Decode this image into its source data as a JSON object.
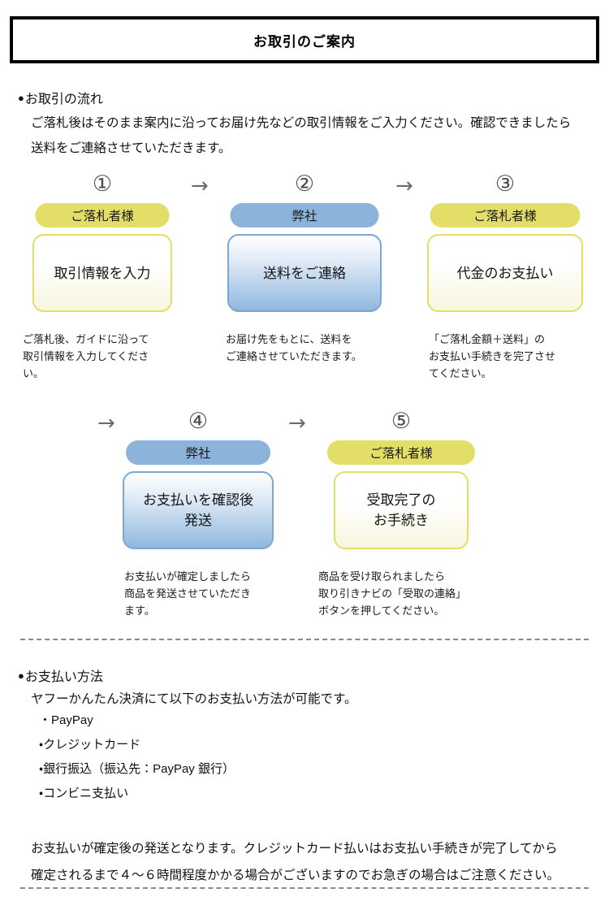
{
  "header": {
    "title": "お取引のご案内"
  },
  "flow_section": {
    "heading": "お取引の流れ",
    "bullet": "●",
    "intro_line1": "ご落札後はそのまま案内に沿ってお届け先などの取引情報をご入力ください。確認できましたら",
    "intro_line2": "送料をご連絡させていただきます。",
    "arrow_glyph": "→",
    "steps": [
      {
        "number": "①",
        "actor": "ご落札者様",
        "actor_color": "yellow",
        "action": "取引情報を入力",
        "caption": "ご落札後、ガイドに沿って\n取引情報を入力してくださ\nい。"
      },
      {
        "number": "②",
        "actor": "弊社",
        "actor_color": "blue",
        "action": "送料をご連絡",
        "caption": "お届け先をもとに、送料を\nご連絡させていただきます。"
      },
      {
        "number": "③",
        "actor": "ご落札者様",
        "actor_color": "yellow",
        "action": "代金のお支払い",
        "caption": "「ご落札金額＋送料」の\nお支払い手続きを完了させ\nてください。"
      },
      {
        "number": "④",
        "actor": "弊社",
        "actor_color": "blue",
        "action": "お支払いを確認後\n発送",
        "caption": "お支払いが確定しましたら\n商品を発送させていただき\nます。"
      },
      {
        "number": "⑤",
        "actor": "ご落札者様",
        "actor_color": "yellow",
        "action": "受取完了の\nお手続き",
        "caption": "商品を受け取られましたら\n取り引きナビの「受取の連絡」\nボタンを押してください。"
      }
    ]
  },
  "payment_section": {
    "heading": "お支払い方法",
    "bullet": "●",
    "intro": "ヤフーかんたん決済にて以下のお支払い方法が可能です。",
    "methods": [
      "・PayPay",
      "・クレジットカード",
      "・銀行振込（振込先：PayPay 銀行）",
      "・コンビニ支払い"
    ],
    "note_line1": "お支払いが確定後の発送となります。クレジットカード払いはお支払い手続きが完了してから",
    "note_line2": "確定されるまで４～６時間程度かかる場合がございますのでお急ぎの場合はご注意ください。"
  },
  "colors": {
    "yellow_pill": "#e2de67",
    "blue_pill": "#8cb3d9",
    "yellow_border": "#e2de67",
    "blue_border": "#7ba7d1",
    "arrow_gray": "#6b6b6b",
    "divider_gray": "#8a8a8a",
    "header_border": "#000000"
  }
}
